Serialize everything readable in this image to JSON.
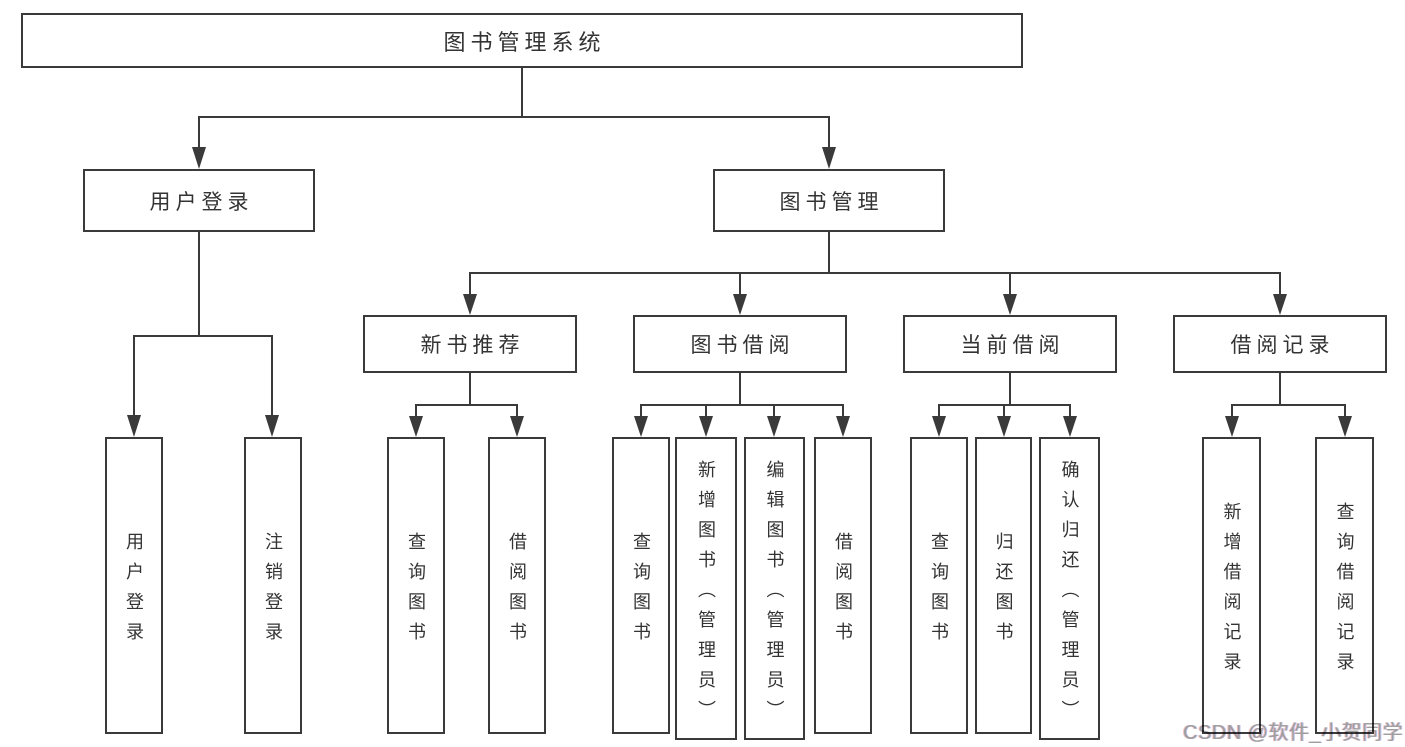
{
  "tree": {
    "root_label": "图书管理系统",
    "branches": [
      {
        "label": "用户登录",
        "children": [
          {
            "label": "用户登录"
          },
          {
            "label": "注销登录"
          }
        ]
      },
      {
        "label": "图书管理",
        "sections": [
          {
            "label": "新书推荐",
            "children": [
              {
                "label": "查询图书"
              },
              {
                "label": "借阅图书"
              }
            ]
          },
          {
            "label": "图书借阅",
            "children": [
              {
                "label": "查询图书"
              },
              {
                "label": "新增图书（管理员）"
              },
              {
                "label": "编辑图书（管理员）"
              },
              {
                "label": "借阅图书"
              }
            ]
          },
          {
            "label": "当前借阅",
            "children": [
              {
                "label": "查询图书"
              },
              {
                "label": "归还图书"
              },
              {
                "label": "确认归还（管理员）"
              }
            ]
          },
          {
            "label": "借阅记录",
            "children": [
              {
                "label": "新增借阅记录"
              },
              {
                "label": "查询借阅记录"
              }
            ]
          }
        ]
      }
    ]
  },
  "watermark": "CSDN @软件_小贺同学",
  "colors": {
    "line": "#3a3a3a",
    "text": "#333333",
    "watermark": "#9e9e9e",
    "background": "#ffffff"
  }
}
